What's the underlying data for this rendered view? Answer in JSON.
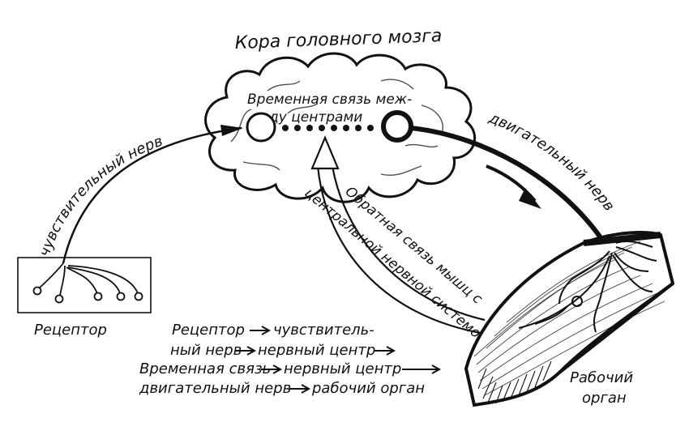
{
  "cortex_label": "Кора головного мозга",
  "temporary_link": {
    "line1": "Временная связь меж-",
    "line2": "ду центрами"
  },
  "sensory_nerve": "чувствительный нерв",
  "motor_nerve": "двигательный нерв",
  "feedback": {
    "line1": "Обратная связь мышц с",
    "line2": "центральной нервной системой"
  },
  "receptor_label": "Рецептор",
  "organ": {
    "line1": "Рабочий",
    "line2": "орган"
  },
  "chain": {
    "line1_a": "Рецептор",
    "line1_b": "чувствитель-",
    "line2_a": "ный нерв",
    "line2_b": "нервный центр",
    "line3_a": "Временная связь",
    "line3_b": "нервный центр",
    "line4_a": "двигательный нерв",
    "line4_b": "рабочий орган"
  },
  "colors": {
    "ink": "#111111",
    "paper": "#ffffff"
  }
}
